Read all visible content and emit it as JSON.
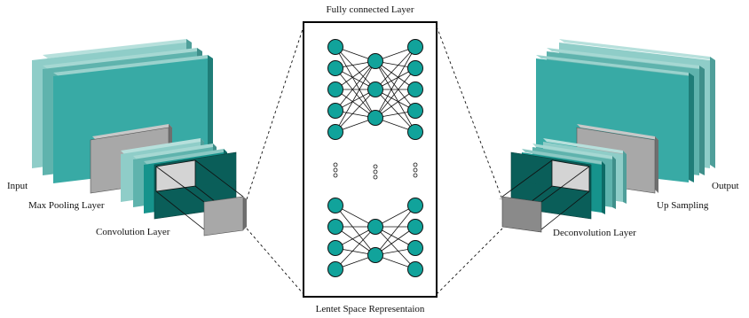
{
  "labels": {
    "input": "Input",
    "max_pooling": "Max Pooling Layer",
    "convolution": "Convolution Layer",
    "fully_connected": "Fully connected Layer",
    "latent": "Lentet Space Representaion",
    "deconvolution": "Deconvolution Layer",
    "up_sampling": "Up Sampling",
    "output": "Output"
  },
  "network": {
    "upper_block_nodes_per_column": [
      5,
      3,
      5
    ],
    "lower_block_nodes_per_column": [
      4,
      2,
      4
    ],
    "ellipsis_dots_per_column": 3
  },
  "colors": {
    "teal_light": "#8fcdc8",
    "teal_mid": "#5fb3ad",
    "teal_main": "#38aaa5",
    "teal_dark": "#1f7d78",
    "teal_deep": "#0a5e59",
    "node_fill": "#11a39b",
    "gray_face": "#a8a8a8",
    "gray_side": "#7a7a7a",
    "gray_top": "#c8c8c8"
  }
}
